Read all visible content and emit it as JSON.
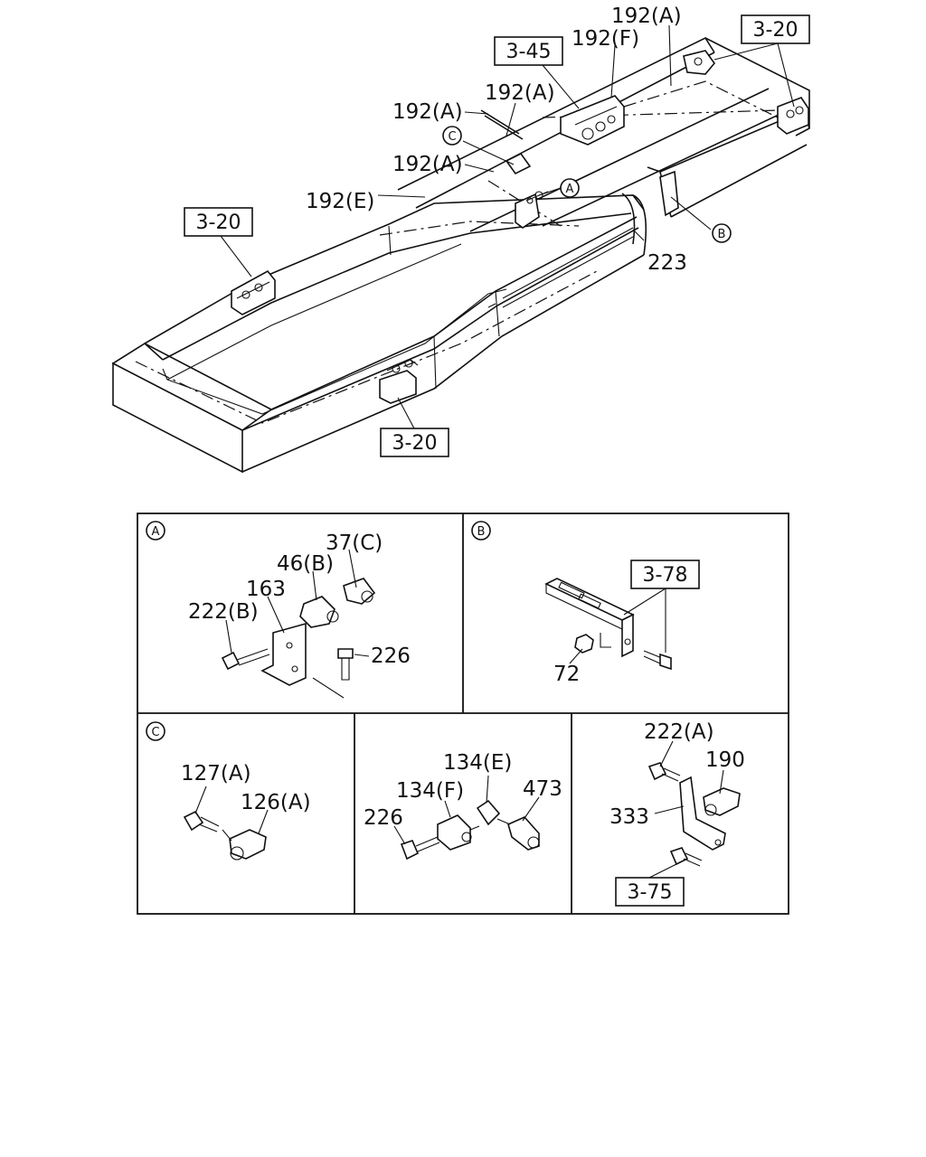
{
  "top": {
    "refs": [
      "3-45",
      "3-20",
      "3-20",
      "3-20"
    ],
    "labels": [
      "192(A)",
      "192(F)",
      "192(A)",
      "192(A)",
      "192(A)",
      "192(E)",
      "223"
    ],
    "markers": [
      "C",
      "A",
      "B"
    ]
  },
  "panels": {
    "A": {
      "marker": "A",
      "labels": [
        "37(C)",
        "46(B)",
        "163",
        "222(B)",
        "226"
      ]
    },
    "B": {
      "marker": "B",
      "ref": "3-78",
      "labels": [
        "72"
      ]
    },
    "C": {
      "marker": "C",
      "labels": [
        "127(A)",
        "126(A)"
      ]
    },
    "D": {
      "labels": [
        "134(E)",
        "134(F)",
        "473",
        "226"
      ]
    },
    "E": {
      "ref": "3-75",
      "labels": [
        "222(A)",
        "190",
        "333"
      ]
    }
  }
}
